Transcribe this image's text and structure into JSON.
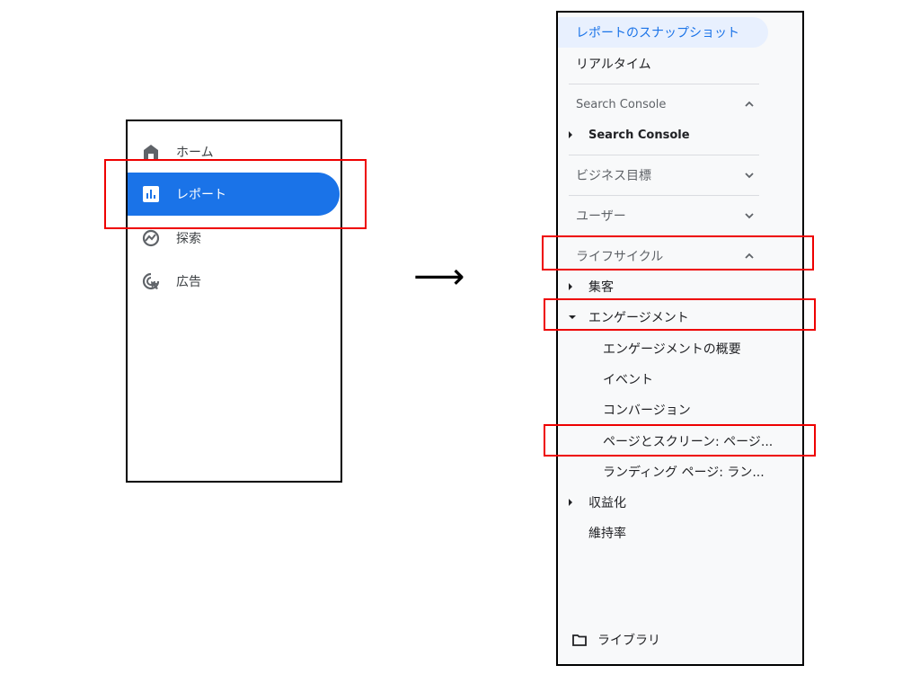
{
  "left_nav": {
    "items": [
      {
        "label": "ホーム",
        "icon": "home-icon"
      },
      {
        "label": "レポート",
        "icon": "bar-chart-icon",
        "active": true
      },
      {
        "label": "探索",
        "icon": "explore-icon"
      },
      {
        "label": "広告",
        "icon": "ads-icon"
      }
    ]
  },
  "arrow": "⟶",
  "right_nav": {
    "snapshot": "レポートのスナップショット",
    "realtime": "リアルタイム",
    "sec_search_console": "Search Console",
    "search_console_item": "Search Console",
    "sec_business": "ビジネス目標",
    "sec_user": "ユーザー",
    "sec_lifecycle": "ライフサイクル",
    "acquisition": "集客",
    "engagement": "エンゲージメント",
    "engagement_children": [
      "エンゲージメントの概要",
      "イベント",
      "コンバージョン",
      "ページとスクリーン: ページ...",
      "ランディング ページ: ラン..."
    ],
    "monetization": "収益化",
    "retention": "維持率",
    "library": "ライブラリ"
  },
  "colors": {
    "accent": "#1a73e8",
    "highlight": "#e8f0fe",
    "annotation": "#ee0000"
  }
}
